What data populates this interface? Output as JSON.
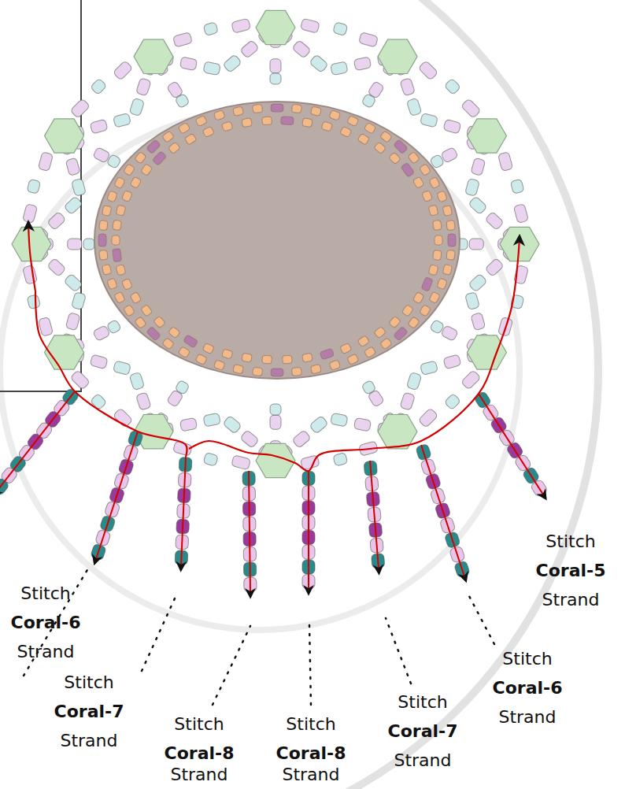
{
  "diagram": {
    "labels": [
      "Stitch",
      "Coral-6",
      "Strand",
      "Stitch",
      "Coral-7",
      "Strand",
      "Stitch",
      "Coral-8",
      "Strand",
      "Stitch",
      "Coral-8",
      "Strand",
      "Stitch",
      "Coral-7",
      "Strand",
      "Stitch",
      "Coral-6",
      "Strand",
      "Stitch",
      "Coral-5",
      "Strand"
    ]
  }
}
